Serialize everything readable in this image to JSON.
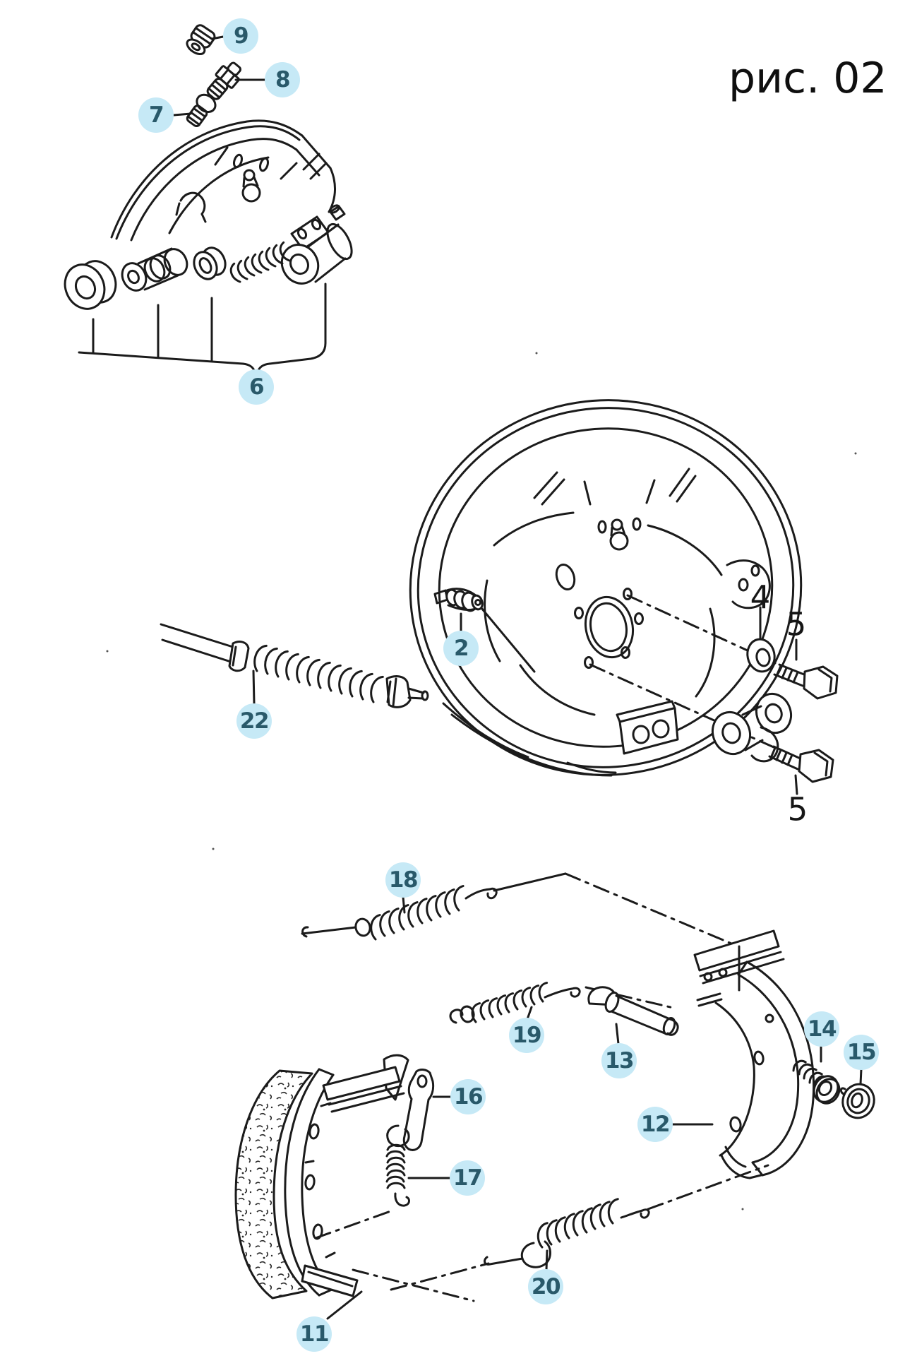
{
  "figure_label": "рис. 02",
  "colors": {
    "background": "#ffffff",
    "line_art": "#1b1b1b",
    "badge_fill": "#c6e9f6",
    "badge_text": "#29596a",
    "plain_label_text": "#161616"
  },
  "callouts": {
    "c9": {
      "label": "9",
      "style": "circled"
    },
    "c8": {
      "label": "8",
      "style": "circled"
    },
    "c7": {
      "label": "7",
      "style": "circled"
    },
    "c6": {
      "label": "6",
      "style": "circled"
    },
    "c2": {
      "label": "2",
      "style": "circled"
    },
    "c22": {
      "label": "22",
      "style": "circled"
    },
    "c4": {
      "label": "4",
      "style": "plain"
    },
    "c5a": {
      "label": "5",
      "style": "plain"
    },
    "c5b": {
      "label": "5",
      "style": "plain"
    },
    "c18": {
      "label": "18",
      "style": "circled"
    },
    "c19": {
      "label": "19",
      "style": "circled"
    },
    "c13": {
      "label": "13",
      "style": "circled"
    },
    "c14": {
      "label": "14",
      "style": "circled"
    },
    "c15": {
      "label": "15",
      "style": "circled"
    },
    "c16": {
      "label": "16",
      "style": "circled"
    },
    "c12": {
      "label": "12",
      "style": "circled"
    },
    "c17": {
      "label": "17",
      "style": "circled"
    },
    "c20": {
      "label": "20",
      "style": "circled"
    },
    "c11": {
      "label": "11",
      "style": "circled"
    }
  }
}
